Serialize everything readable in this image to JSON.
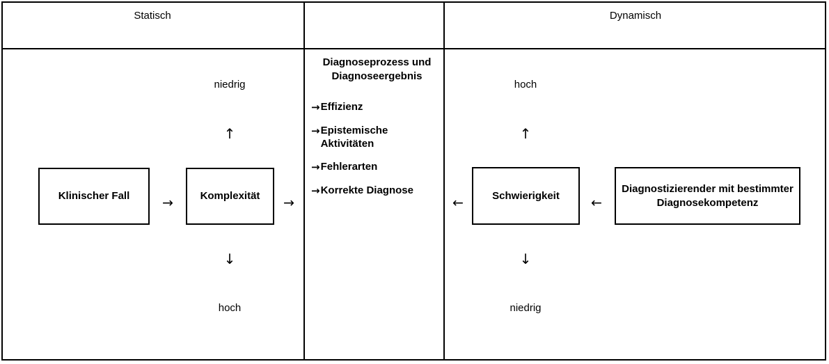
{
  "headers": {
    "left": "Statisch",
    "middle": "",
    "right": "Dynamisch"
  },
  "left_column": {
    "top_label": "niedrig",
    "up_arrow": "↑",
    "down_arrow": "↓",
    "bottom_label": "hoch",
    "nodes": [
      {
        "label": "Klinischer Fall"
      },
      {
        "label": "Komplexität"
      }
    ],
    "arrows": [
      {
        "glyph": "→"
      },
      {
        "glyph": "→"
      }
    ]
  },
  "middle_column": {
    "title": "Diagnoseprozess und Diagnoseergebnis",
    "title_line1": "Diagnoseprozess und",
    "title_line2": "Diagnoseergebnis",
    "bullet_arrow": "→",
    "items": [
      "Effizienz",
      "Epistemische Aktivitäten",
      "Fehlerarten",
      "Korrekte Diagnose"
    ]
  },
  "right_column": {
    "top_label": "hoch",
    "up_arrow": "↑",
    "down_arrow": "↓",
    "bottom_label": "niedrig",
    "nodes": [
      {
        "label": "Schwierigkeit"
      },
      {
        "label": "Diagnostizierender mit bestimmter Diagnosekompetenz"
      }
    ],
    "arrows": [
      {
        "glyph": "←"
      },
      {
        "glyph": "←"
      }
    ]
  },
  "colors": {
    "stroke": "#000000",
    "background": "#ffffff",
    "text": "#000000"
  }
}
